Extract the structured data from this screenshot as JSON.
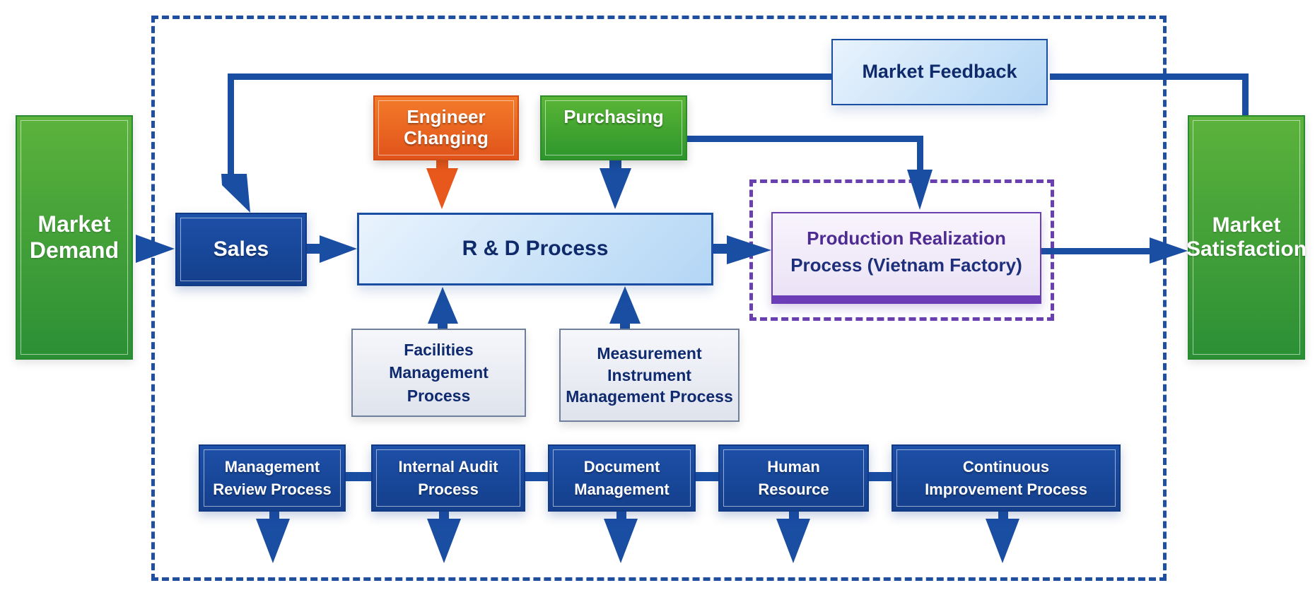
{
  "diagram": {
    "title": "",
    "colors": {
      "primary_blue": "#1a4ea3",
      "dark_blue": "#143f8c",
      "green": "#3a9e35",
      "orange": "#e8601f",
      "purple": "#6a3fb0",
      "text_navy": "#0e2a6b"
    },
    "nodes": {
      "market_demand": {
        "lines": [
          "Market",
          "Demand"
        ]
      },
      "market_satisfaction": {
        "lines": [
          "Market",
          "Satisfaction"
        ]
      },
      "market_feedback": {
        "lines": [
          "Market Feedback"
        ]
      },
      "sales": {
        "lines": [
          "Sales"
        ]
      },
      "engineer_changing": {
        "lines": [
          "Engineer",
          "Changing"
        ]
      },
      "purchasing": {
        "lines": [
          "Purchasing"
        ]
      },
      "rd_process": {
        "lines": [
          "R & D Process"
        ]
      },
      "production_realization": {
        "lines": [
          "Production Realization",
          "Process (Vietnam Factory)"
        ]
      },
      "facilities_management": {
        "lines": [
          "Facilities",
          "Management",
          "Process"
        ]
      },
      "measurement_instrument": {
        "lines": [
          "Measurement",
          "Instrument",
          "Management Process"
        ]
      }
    },
    "support_processes": [
      {
        "lines": [
          "Management",
          "Review Process"
        ]
      },
      {
        "lines": [
          "Internal Audit",
          "Process"
        ]
      },
      {
        "lines": [
          "Document",
          "Management"
        ]
      },
      {
        "lines": [
          "Human",
          "Resource"
        ]
      },
      {
        "lines": [
          "Continuous",
          "Improvement Process"
        ]
      }
    ],
    "edges": [
      {
        "from": "Market Demand",
        "to": "Sales"
      },
      {
        "from": "Sales",
        "to": "R & D Process"
      },
      {
        "from": "R & D Process",
        "to": "Production Realization Process (Vietnam Factory)"
      },
      {
        "from": "Production Realization Process (Vietnam Factory)",
        "to": "Market Satisfaction"
      },
      {
        "from": "Market Satisfaction",
        "to": "Market Feedback"
      },
      {
        "from": "Market Feedback",
        "to": "Sales"
      },
      {
        "from": "Engineer Changing",
        "to": "R & D Process"
      },
      {
        "from": "Purchasing",
        "to": "R & D Process"
      },
      {
        "from": "Purchasing",
        "to": "Production Realization Process (Vietnam Factory)"
      },
      {
        "from": "Facilities Management Process",
        "to": "R & D Process"
      },
      {
        "from": "Measurement Instrument Management Process",
        "to": "R & D Process"
      }
    ]
  }
}
